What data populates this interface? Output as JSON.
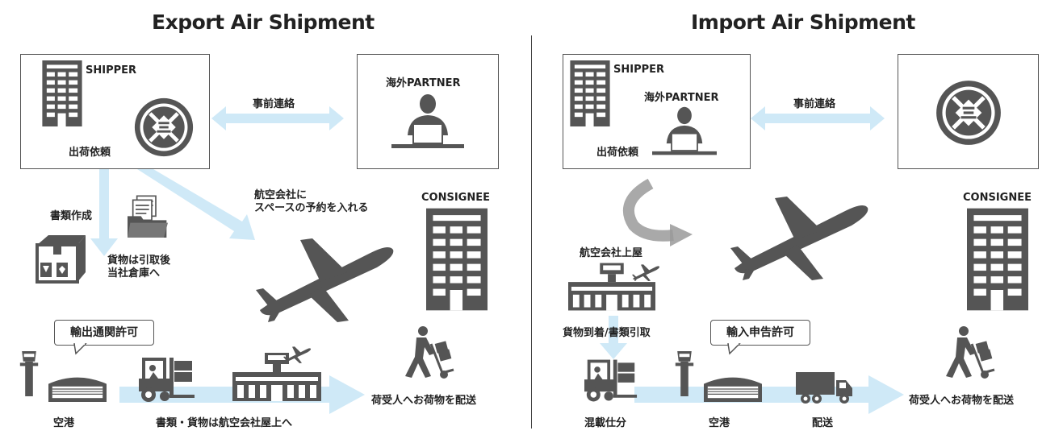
{
  "export": {
    "title": "Export Air Shipment",
    "shipper": "SHIPPER",
    "order_request": "出荷依頼",
    "advance_contact": "事前連絡",
    "overseas_partner": "海外PARTNER",
    "book_airline": "航空会社に\nスペースの予約を入れる",
    "consignee": "CONSIGNEE",
    "documents": "書類作成",
    "pickup": "貨物は引取後\n当社倉庫へ",
    "customs_clearance": "輸出通関許可",
    "airport": "空港",
    "docs_cargo_to_airline": "書類・貨物は航空会社屋上へ",
    "deliver_to_consignee": "荷受人へお荷物を配送"
  },
  "import": {
    "title": "Import Air Shipment",
    "shipper": "SHIPPER",
    "overseas_partner": "海外PARTNER",
    "order_request": "出荷依頼",
    "advance_contact": "事前連絡",
    "consignee": "CONSIGNEE",
    "airline_warehouse": "航空会社上屋",
    "arrival_docs": "貨物到着/書類引取",
    "customs_clearance": "輸入申告許可",
    "consolidation": "混載仕分",
    "airport": "空港",
    "delivery": "配送",
    "deliver_to_consignee": "荷受人へお荷物を配送"
  },
  "colors": {
    "arrow": "#cfe9f7",
    "icon": "#555555",
    "gray_arrow": "#9a9a9a"
  }
}
